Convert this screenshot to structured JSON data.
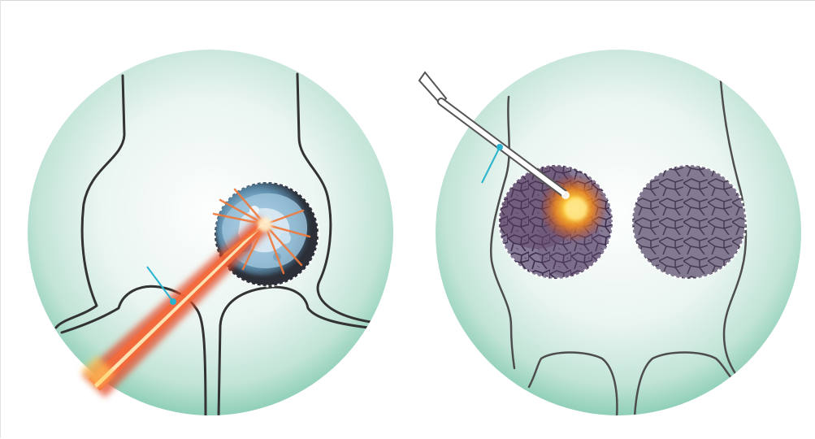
{
  "colors": {
    "sphere_edge": "#8fcfb8",
    "sphere_center": "#f7fbf9",
    "outline": "#333333",
    "tissue_dark": "#3d2d48",
    "tissue_light": "#9e94ab",
    "laser_core": "#fff1b0",
    "laser_outer": "#e0401e",
    "probe_glow": "#ffcc33",
    "pointer": "#2ab3cf",
    "tumor_blue": "#9cc3d8"
  },
  "panels": [
    {
      "id": "laser-ablation",
      "icons": [
        "sphere",
        "vessel-outline",
        "tumor",
        "laser-beam",
        "pointer"
      ]
    },
    {
      "id": "probe-ablation",
      "icons": [
        "sphere",
        "vessel-outline",
        "treated-tissue",
        "untreated-tissue",
        "probe",
        "pointer"
      ]
    }
  ]
}
